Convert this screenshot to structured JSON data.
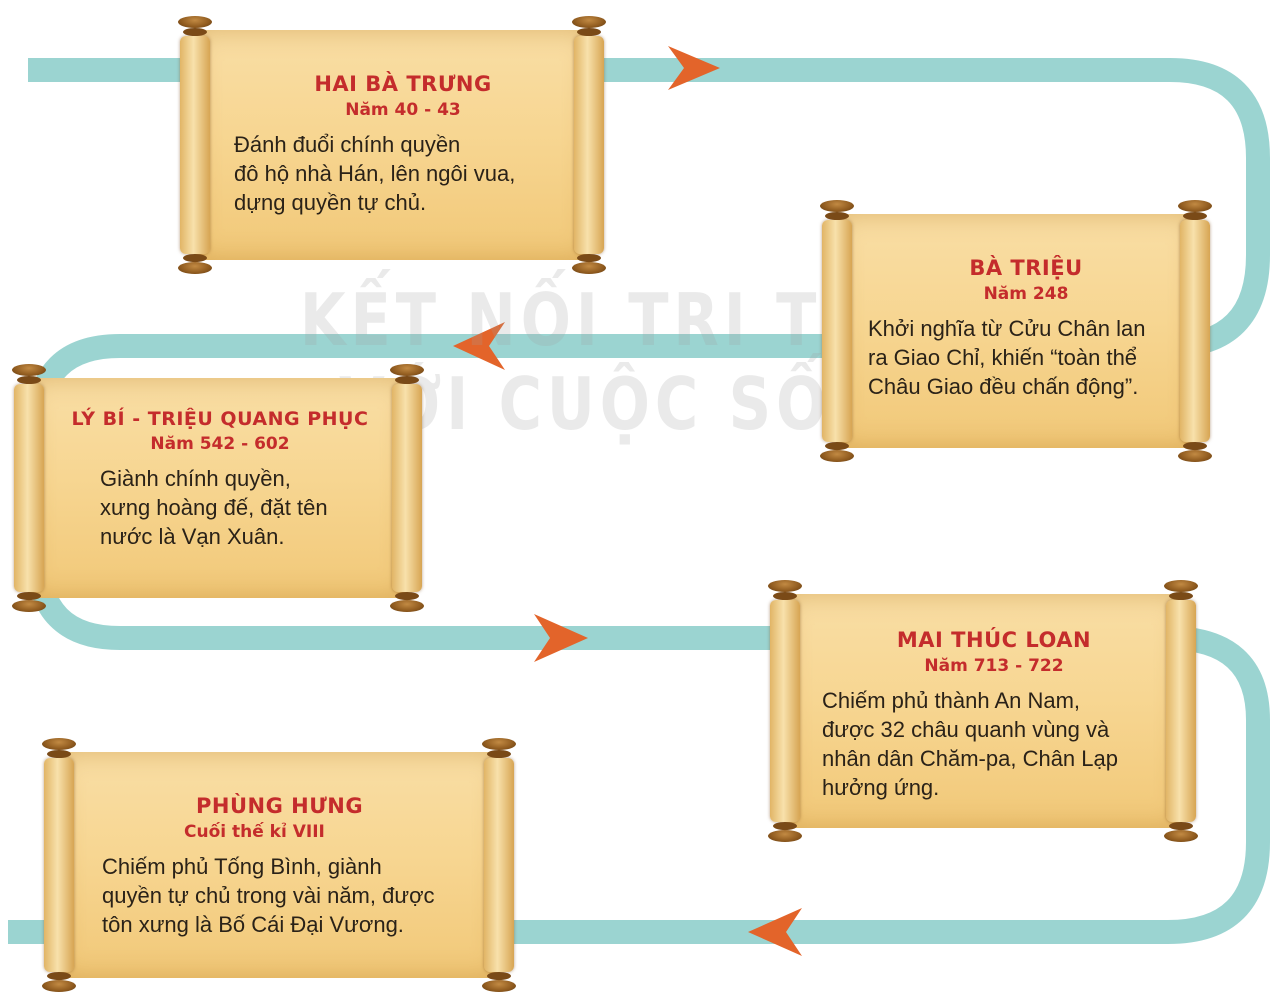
{
  "watermark": {
    "line1": "KẾT NỐI TRI THỨC",
    "line2": "VỚI CUỘC SỐNG"
  },
  "colors": {
    "path": "#9bd4d1",
    "arrow": "#e3642a",
    "title": "#c42c2c"
  },
  "events": [
    {
      "title": "HAI BÀ TRƯNG",
      "year": "Năm 40 - 43",
      "lines": [
        "Đánh đuổi chính quyền",
        "đô hộ nhà Hán, lên ngôi vua,",
        "dựng quyền tự chủ."
      ]
    },
    {
      "title": "BÀ TRIỆU",
      "year": "Năm 248",
      "lines": [
        "Khởi nghĩa từ Cửu Chân lan",
        "ra Giao Chỉ, khiến “toàn thể",
        "Châu Giao đều chấn động”."
      ]
    },
    {
      "title": "LÝ BÍ - TRIỆU QUANG PHỤC",
      "year": "Năm 542 - 602",
      "lines": [
        "Giành chính quyền,",
        "xưng hoàng đế, đặt tên",
        "nước là Vạn Xuân."
      ]
    },
    {
      "title": "MAI THÚC LOAN",
      "year": "Năm 713 - 722",
      "lines": [
        "Chiếm phủ thành An Nam,",
        "được 32 châu quanh vùng và",
        "nhân dân Chăm-pa, Chân Lạp",
        "hưởng ứng."
      ]
    },
    {
      "title": "PHÙNG HƯNG",
      "year": "Cuối thế kỉ VIII",
      "lines": [
        "Chiếm phủ Tống Bình, giành",
        "quyền tự chủ trong vài năm, được",
        "tôn xưng là Bố Cái Đại Vương."
      ]
    }
  ]
}
